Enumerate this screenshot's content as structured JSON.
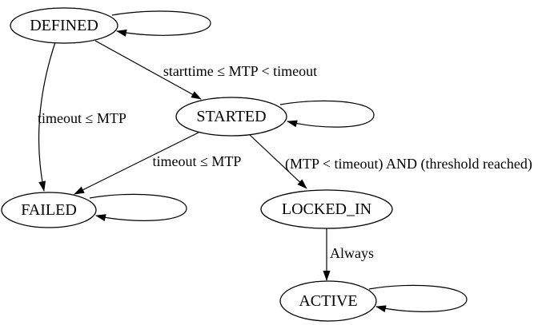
{
  "diagram": {
    "type": "state-machine",
    "background_color": "#ffffff",
    "line_color": "#000000",
    "node_fill_color": "#ffffff",
    "states": [
      {
        "id": "defined",
        "label": "DEFINED",
        "self_loop": true
      },
      {
        "id": "started",
        "label": "STARTED",
        "self_loop": true
      },
      {
        "id": "failed",
        "label": "FAILED",
        "self_loop": true
      },
      {
        "id": "locked_in",
        "label": "LOCKED_IN",
        "self_loop": false
      },
      {
        "id": "active",
        "label": "ACTIVE",
        "self_loop": true
      }
    ],
    "transitions": [
      {
        "from": "DEFINED",
        "to": "STARTED",
        "label": "starttime ≤ MTP < timeout"
      },
      {
        "from": "DEFINED",
        "to": "FAILED",
        "label": "timeout ≤ MTP"
      },
      {
        "from": "STARTED",
        "to": "FAILED",
        "label": "timeout ≤ MTP"
      },
      {
        "from": "STARTED",
        "to": "LOCKED_IN",
        "label": "(MTP < timeout) AND (threshold reached)"
      },
      {
        "from": "LOCKED_IN",
        "to": "ACTIVE",
        "label": "Always"
      },
      {
        "from": "DEFINED",
        "to": "DEFINED",
        "label": ""
      },
      {
        "from": "STARTED",
        "to": "STARTED",
        "label": ""
      },
      {
        "from": "FAILED",
        "to": "FAILED",
        "label": ""
      },
      {
        "from": "ACTIVE",
        "to": "ACTIVE",
        "label": ""
      }
    ]
  }
}
